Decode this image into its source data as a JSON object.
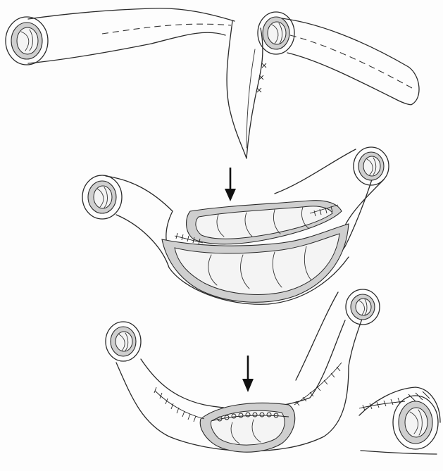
{
  "figure": {
    "background": "#ffffff",
    "ink_color": "#2a2a2a",
    "mucosa_color": "#cfcfcf",
    "panels": [
      {
        "name": "step-1-transected-bowel-limbs"
      },
      {
        "name": "step-2-antimesenteric-incision"
      },
      {
        "name": "step-3-completed-anastomosis"
      },
      {
        "name": "cross-section-detail"
      }
    ],
    "arrows": [
      {
        "name": "down-arrow-1",
        "direction": "down"
      },
      {
        "name": "down-arrow-2",
        "direction": "down"
      }
    ]
  }
}
